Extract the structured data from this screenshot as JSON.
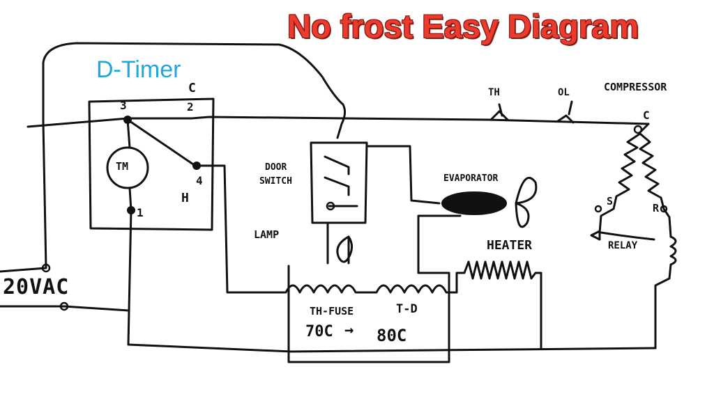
{
  "title": "No frost Easy Diagram",
  "timer_label": "D-Timer",
  "labels": {
    "timer_c": "C",
    "timer_3": "3",
    "timer_2": "2",
    "timer_4": "4",
    "timer_h": "H",
    "timer_1": "1",
    "timer_motor": "TM",
    "supply": "20VAC",
    "door_switch_1": "DOOR",
    "door_switch_2": "SWITCH",
    "lamp": "LAMP",
    "evaporator": "EVAPORATOR",
    "heater": "HEATER",
    "th": "TH",
    "ol": "OL",
    "compressor": "COMPRESSOR",
    "comp_c": "C",
    "comp_s": "S",
    "comp_r": "R",
    "relay": "RELAY",
    "th_fuse": "TH-FUSE",
    "t_d": "T-D",
    "fuse_temp": "70C",
    "td_temp": "80C"
  },
  "colors": {
    "title": "#ec3b2c",
    "timer_label": "#1fa8dd",
    "ink": "#111111"
  }
}
